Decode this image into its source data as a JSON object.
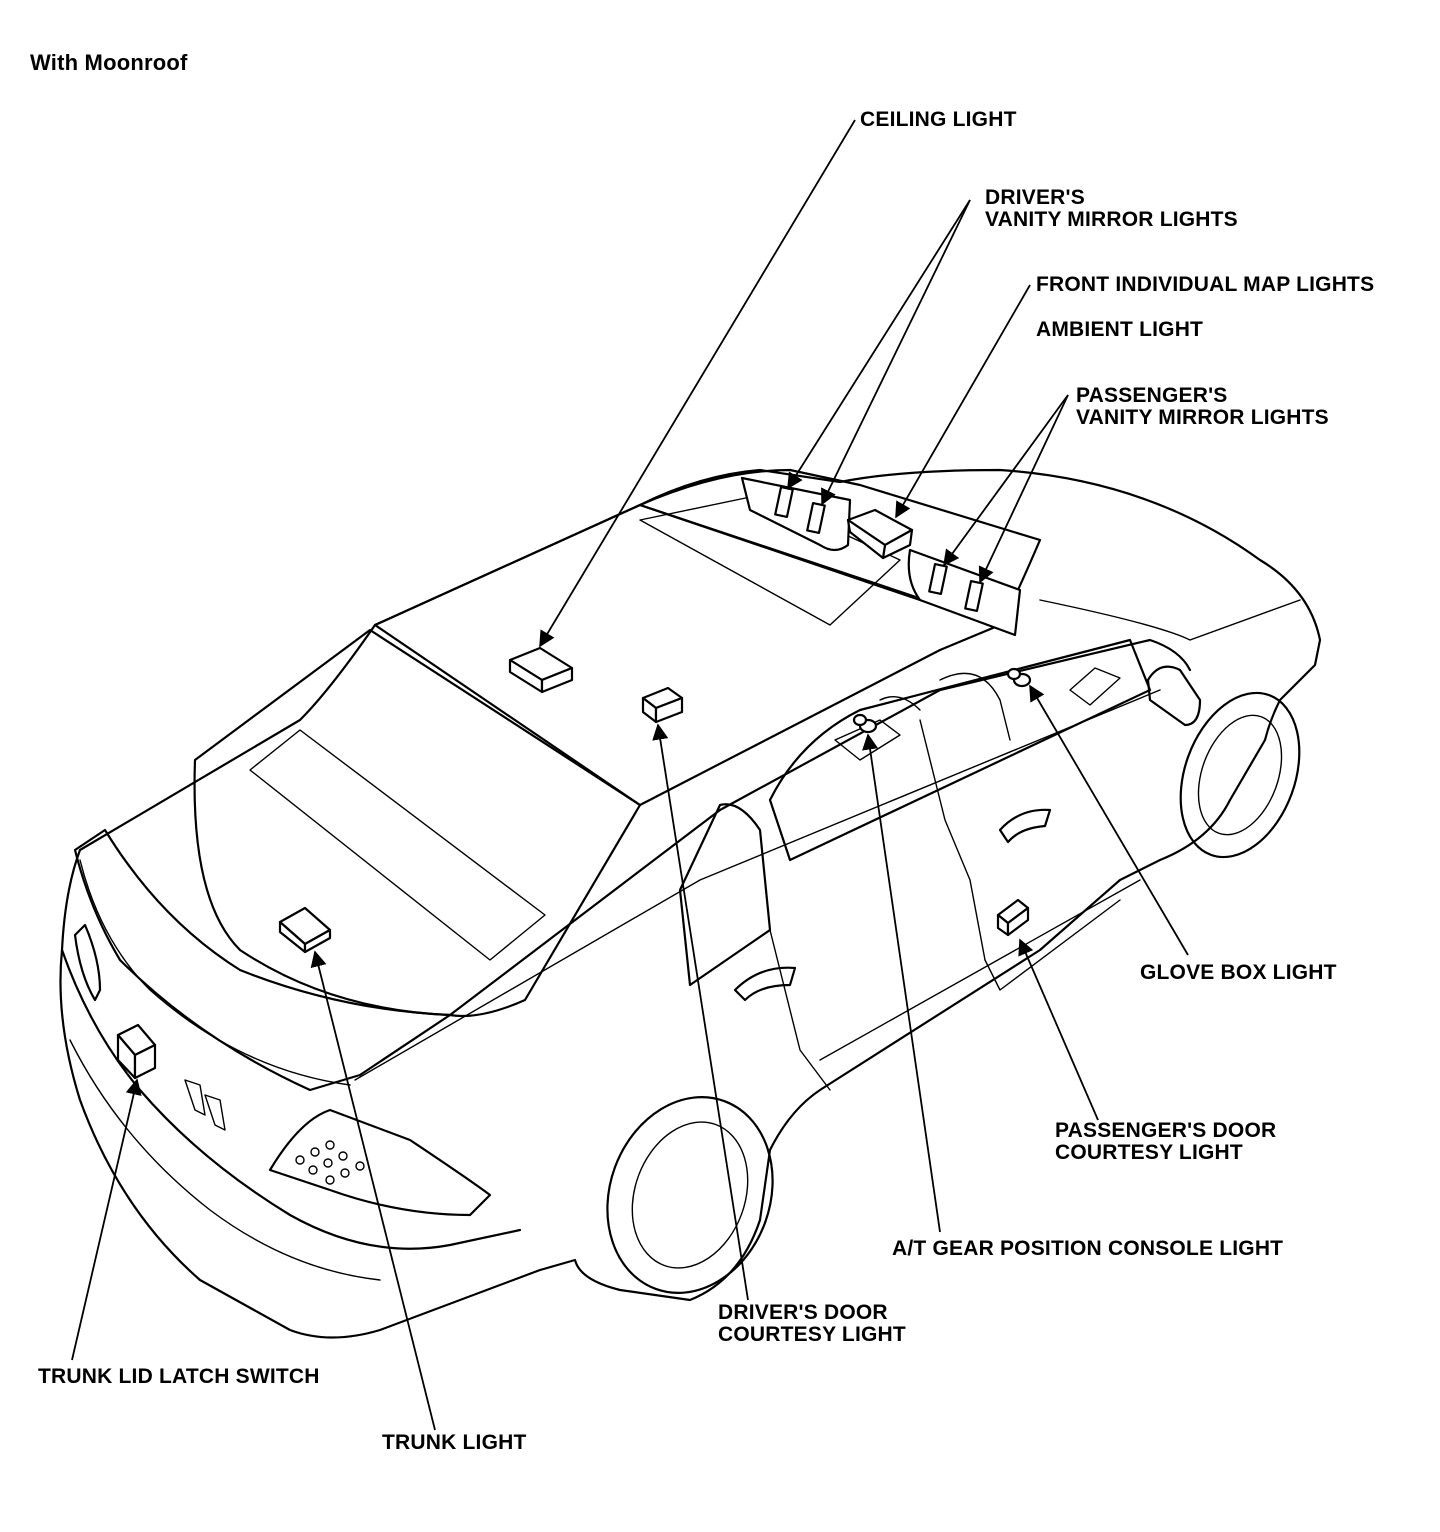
{
  "title": "With Moonroof",
  "labels": {
    "ceiling_light": "CEILING LIGHT",
    "drivers_vanity_1": "DRIVER'S",
    "drivers_vanity_2": "VANITY MIRROR LIGHTS",
    "front_map_lights": "FRONT INDIVIDUAL MAP LIGHTS",
    "ambient_light": "AMBIENT LIGHT",
    "passengers_vanity_1": "PASSENGER'S",
    "passengers_vanity_2": "VANITY MIRROR LIGHTS",
    "glove_box_light": "GLOVE BOX LIGHT",
    "passengers_door_1": "PASSENGER'S DOOR",
    "passengers_door_2": "COURTESY LIGHT",
    "at_gear_console": "A/T GEAR POSITION CONSOLE LIGHT",
    "drivers_door_1": "DRIVER'S DOOR",
    "drivers_door_2": "COURTESY LIGHT",
    "trunk_lid_latch": "TRUNK LID LATCH SWITCH",
    "trunk_light": "TRUNK LIGHT"
  }
}
